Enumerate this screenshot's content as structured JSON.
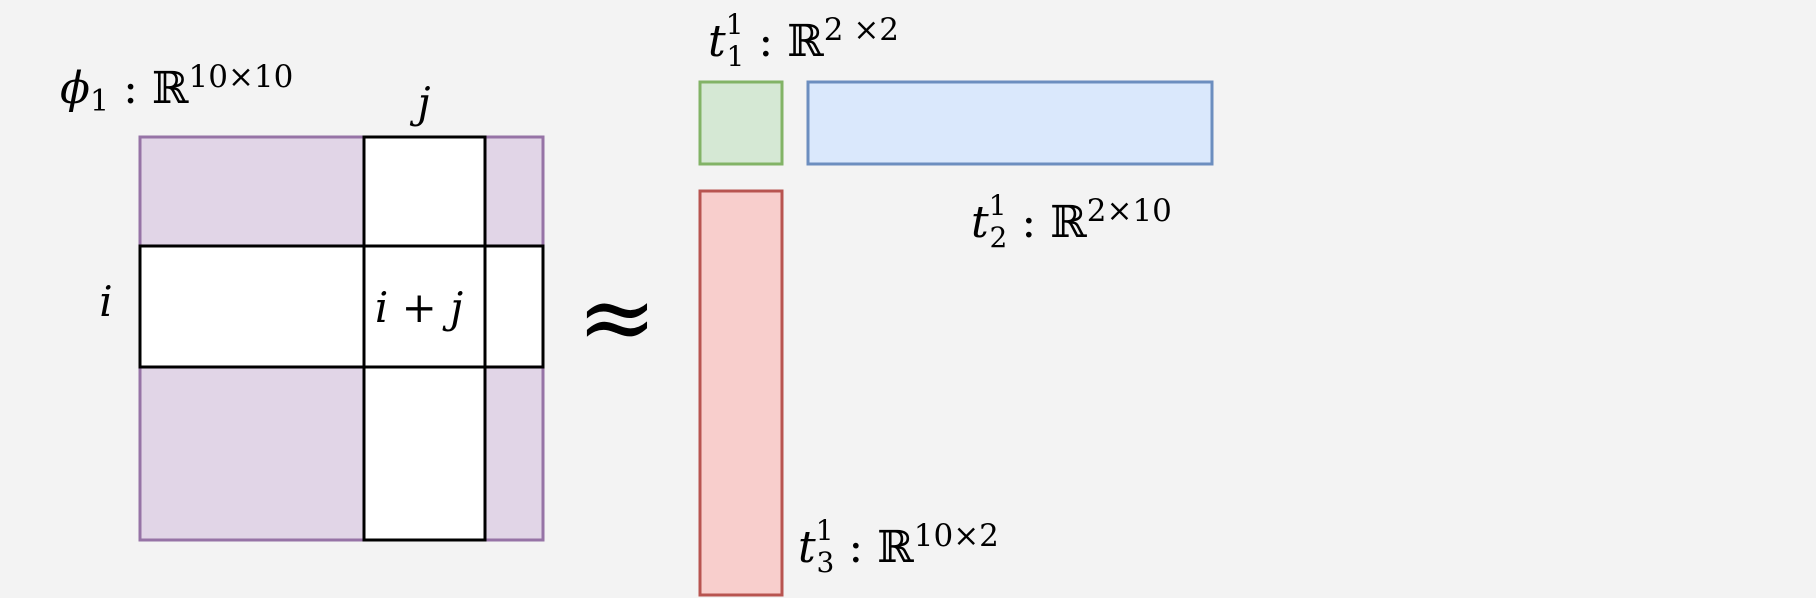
{
  "matrix": {
    "symbol": "ϕ",
    "symbol_sub": "1",
    "colon": ":",
    "field": "ℝ",
    "dims": "10×10",
    "row_label": "i",
    "col_label": "j",
    "cell_label": "i + j",
    "fill": "#e1d5e7",
    "stroke": "#9673a6"
  },
  "approx_symbol": "≈",
  "factors": [
    {
      "symbol": "t",
      "sub": "1",
      "sup": "1",
      "colon": ":",
      "field": "ℝ",
      "dims": "2 ×2",
      "fill": "#d5e8d4",
      "stroke": "#82b366"
    },
    {
      "symbol": "t",
      "sub": "2",
      "sup": "1",
      "colon": ":",
      "field": "ℝ",
      "dims": "2×10",
      "fill": "#dae8fc",
      "stroke": "#6c8ebf"
    },
    {
      "symbol": "t",
      "sub": "3",
      "sup": "1",
      "colon": ":",
      "field": "ℝ",
      "dims": "10×2",
      "fill": "#f8cecc",
      "stroke": "#b85450"
    }
  ]
}
